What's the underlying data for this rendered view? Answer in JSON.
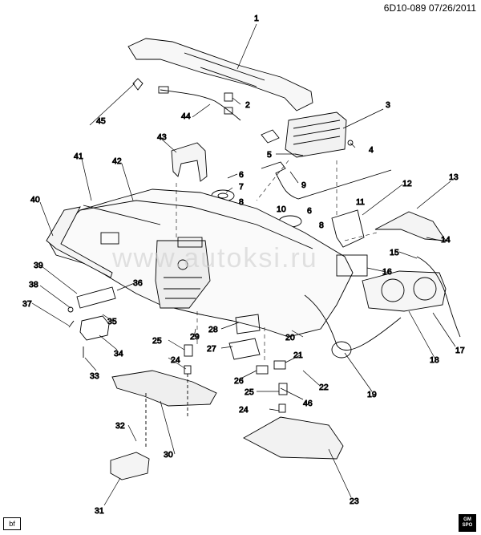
{
  "header": {
    "code": "6D10-089",
    "date": "07/26/2011"
  },
  "footer": {
    "tag": "bf"
  },
  "watermark": "www.autoksi.ru",
  "logo": {
    "top": "GM",
    "bottom": "SPO"
  },
  "callouts": [
    {
      "id": "c1",
      "label": "1"
    },
    {
      "id": "c2",
      "label": "2"
    },
    {
      "id": "c3",
      "label": "3"
    },
    {
      "id": "c4",
      "label": "4"
    },
    {
      "id": "c5",
      "label": "5"
    },
    {
      "id": "c6a",
      "label": "6"
    },
    {
      "id": "c6b",
      "label": "6"
    },
    {
      "id": "c7",
      "label": "7"
    },
    {
      "id": "c8a",
      "label": "8"
    },
    {
      "id": "c8b",
      "label": "8"
    },
    {
      "id": "c9",
      "label": "9"
    },
    {
      "id": "c10",
      "label": "10"
    },
    {
      "id": "c11",
      "label": "11"
    },
    {
      "id": "c12",
      "label": "12"
    },
    {
      "id": "c13",
      "label": "13"
    },
    {
      "id": "c14",
      "label": "14"
    },
    {
      "id": "c15",
      "label": "15"
    },
    {
      "id": "c16",
      "label": "16"
    },
    {
      "id": "c17",
      "label": "17"
    },
    {
      "id": "c18",
      "label": "18"
    },
    {
      "id": "c19",
      "label": "19"
    },
    {
      "id": "c20",
      "label": "20"
    },
    {
      "id": "c21",
      "label": "21"
    },
    {
      "id": "c22",
      "label": "22"
    },
    {
      "id": "c23",
      "label": "23"
    },
    {
      "id": "c24a",
      "label": "24"
    },
    {
      "id": "c24b",
      "label": "24"
    },
    {
      "id": "c25a",
      "label": "25"
    },
    {
      "id": "c25b",
      "label": "25"
    },
    {
      "id": "c26",
      "label": "26"
    },
    {
      "id": "c27",
      "label": "27"
    },
    {
      "id": "c28",
      "label": "28"
    },
    {
      "id": "c29",
      "label": "29"
    },
    {
      "id": "c30",
      "label": "30"
    },
    {
      "id": "c31",
      "label": "31"
    },
    {
      "id": "c32",
      "label": "32"
    },
    {
      "id": "c33",
      "label": "33"
    },
    {
      "id": "c34",
      "label": "34"
    },
    {
      "id": "c35",
      "label": "35"
    },
    {
      "id": "c36",
      "label": "36"
    },
    {
      "id": "c37",
      "label": "37"
    },
    {
      "id": "c38",
      "label": "38"
    },
    {
      "id": "c39",
      "label": "39"
    },
    {
      "id": "c40",
      "label": "40"
    },
    {
      "id": "c41",
      "label": "41"
    },
    {
      "id": "c42",
      "label": "42"
    },
    {
      "id": "c43",
      "label": "43"
    },
    {
      "id": "c44",
      "label": "44"
    },
    {
      "id": "c45",
      "label": "45"
    },
    {
      "id": "c46",
      "label": "46"
    }
  ]
}
